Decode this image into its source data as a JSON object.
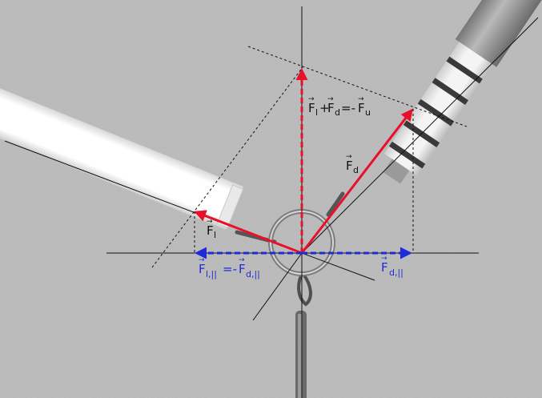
{
  "labels": {
    "fl": "F",
    "fl_sub": "l",
    "sum_f1": "F",
    "sum_s1": "l",
    "sum_plus": "+",
    "sum_f2": "F",
    "sum_s2": "d",
    "sum_eq": "=-",
    "sum_f3": "F",
    "sum_s3": "u",
    "fd": "F",
    "fd_sub": "d",
    "flpar_f": "F",
    "flpar_sub": "l,||",
    "flpar_eq": "=-",
    "flpar_f2": "F",
    "flpar_sub2": "d,||",
    "fdpar_f": "F",
    "fdpar_sub": "d,||"
  },
  "colors": {
    "background": "#b4b4b4",
    "force_red": "#e8102a",
    "parallel_blue": "#1f2bd6",
    "label_black": "#111111",
    "label_blue": "#1f2bd6",
    "construction_line": "#111111"
  }
}
